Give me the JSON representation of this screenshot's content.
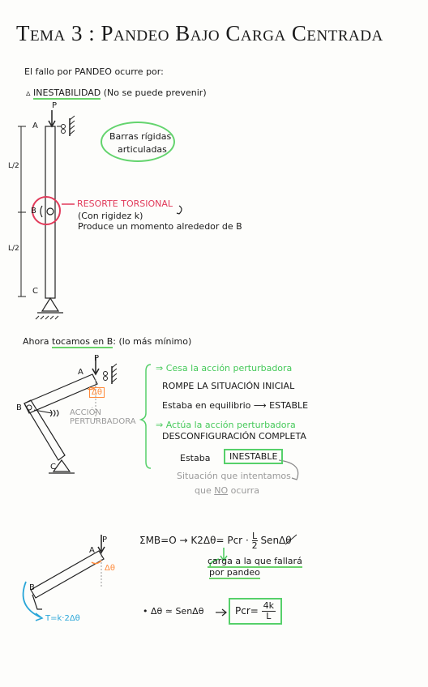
{
  "header": {
    "title": "Tema 3 : Pandeo Bajo Carga Centrada"
  },
  "intro": {
    "line": "El fallo por PANDEO ocurre por:",
    "bullet": "INESTABILIDAD",
    "bullet_note": "(No se puede prevenir)"
  },
  "fig1": {
    "label_P": "P",
    "label_A": "A",
    "label_B": "B",
    "label_C": "C",
    "dim_top": "L/2",
    "dim_bottom": "L/2",
    "cloud_line1": "Barras rígidas",
    "cloud_line2": "articuladas",
    "spring_title": "RESORTE TORSIONAL",
    "spring_line1": "(Con rigidez k)",
    "spring_line2": "Produce un momento alrededor de B"
  },
  "section2": {
    "heading_prefix": "Ahora",
    "heading_underlined": "tocamos en B",
    "heading_suffix": ": (lo más mínimo)",
    "label_P": "P",
    "label_A": "A",
    "label_B": "B",
    "label_C": "C",
    "delta_theta": "Δθ",
    "action_line1": "ACCIÓN",
    "action_line2": "PERTURBADORA",
    "right_items": [
      {
        "text": "Cesa la acción perturbadora",
        "color": "green"
      },
      {
        "text": "ROMPE LA SITUACIÓN INICIAL",
        "color": "black"
      },
      {
        "text": "Estaba en equilibrio ⟶ ESTABLE",
        "color": "black"
      },
      {
        "text": "Actúa la acción perturbadora",
        "color": "green"
      },
      {
        "text": "DESCONFIGURACIÓN COMPLETA",
        "color": "black"
      }
    ],
    "state_prefix": "Estaba",
    "state_boxed": "INESTABLE",
    "note_line1": "Situación que intentamos",
    "note_line2_pre": "que",
    "note_line2_ul": "NO",
    "note_line2_post": "ocurra"
  },
  "section3": {
    "label_P": "P",
    "label_A": "A",
    "label_B": "B",
    "delta_theta": "Δθ",
    "torque": "T=k·2Δθ",
    "eq_main": "ΣM_B = 0 → k·2Δθ = P_cr · L/2 · Sen Δθ",
    "eq_left": "ΣMB=O",
    "eq_arrow": "→",
    "eq_k": "K2Δθ",
    "eq_eq": "=",
    "eq_pcr": "Pcr",
    "eq_dot": "·",
    "eq_frac_num": "L",
    "eq_frac_den": "2",
    "eq_sen": "SenΔθ",
    "caption_line1": "carga a la que fallará",
    "caption_line2": "por pandeo",
    "approx": "• Δθ ≃ SenΔθ",
    "result_lhs": "Pcr",
    "result_eq": "=",
    "result_num": "4k",
    "result_den": "L"
  },
  "colors": {
    "green": "#46c95a",
    "red": "#e13a5a",
    "orange": "#ff8a3a",
    "blue": "#2aa6d8",
    "grey": "#9a9a9a"
  }
}
